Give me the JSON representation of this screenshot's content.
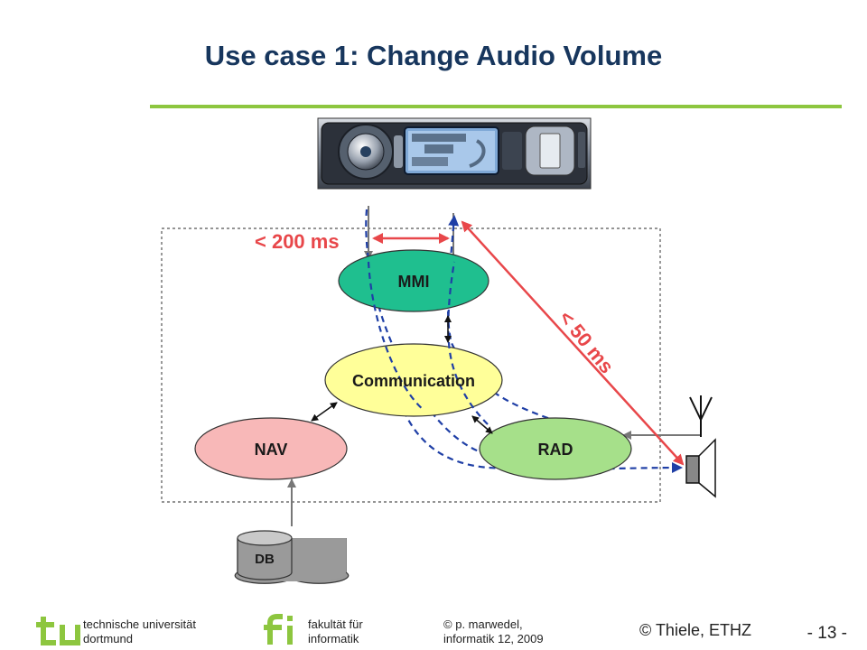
{
  "slide": {
    "title": "Use case 1: Change Audio Volume"
  },
  "diagram": {
    "nodes": {
      "mmi": "MMI",
      "communication": "Communication",
      "nav": "NAV",
      "rad": "RAD",
      "db": "DB"
    },
    "timing": {
      "response": "< 200 ms",
      "audio": "< 50 ms"
    }
  },
  "footer": {
    "university_line1": "technische universität",
    "university_line2": "dortmund",
    "faculty_line1": "fakultät für",
    "faculty_line2": "informatik",
    "author_line1": "p. marwedel,",
    "author_line2": "informatik 12,  2009",
    "copyright_symbol": "©",
    "credit": "© Thiele, ETHZ",
    "page_number": "- 13 -"
  },
  "colors": {
    "accent_green": "#8dc63f",
    "title_blue": "#17365d",
    "mmi_fill": "#1fbf8f",
    "comm_fill": "#ffff99",
    "nav_fill": "#f8b8b8",
    "rad_fill": "#a6e08a",
    "timing_red": "#e8474a",
    "flow_blue": "#1f3fa6"
  }
}
